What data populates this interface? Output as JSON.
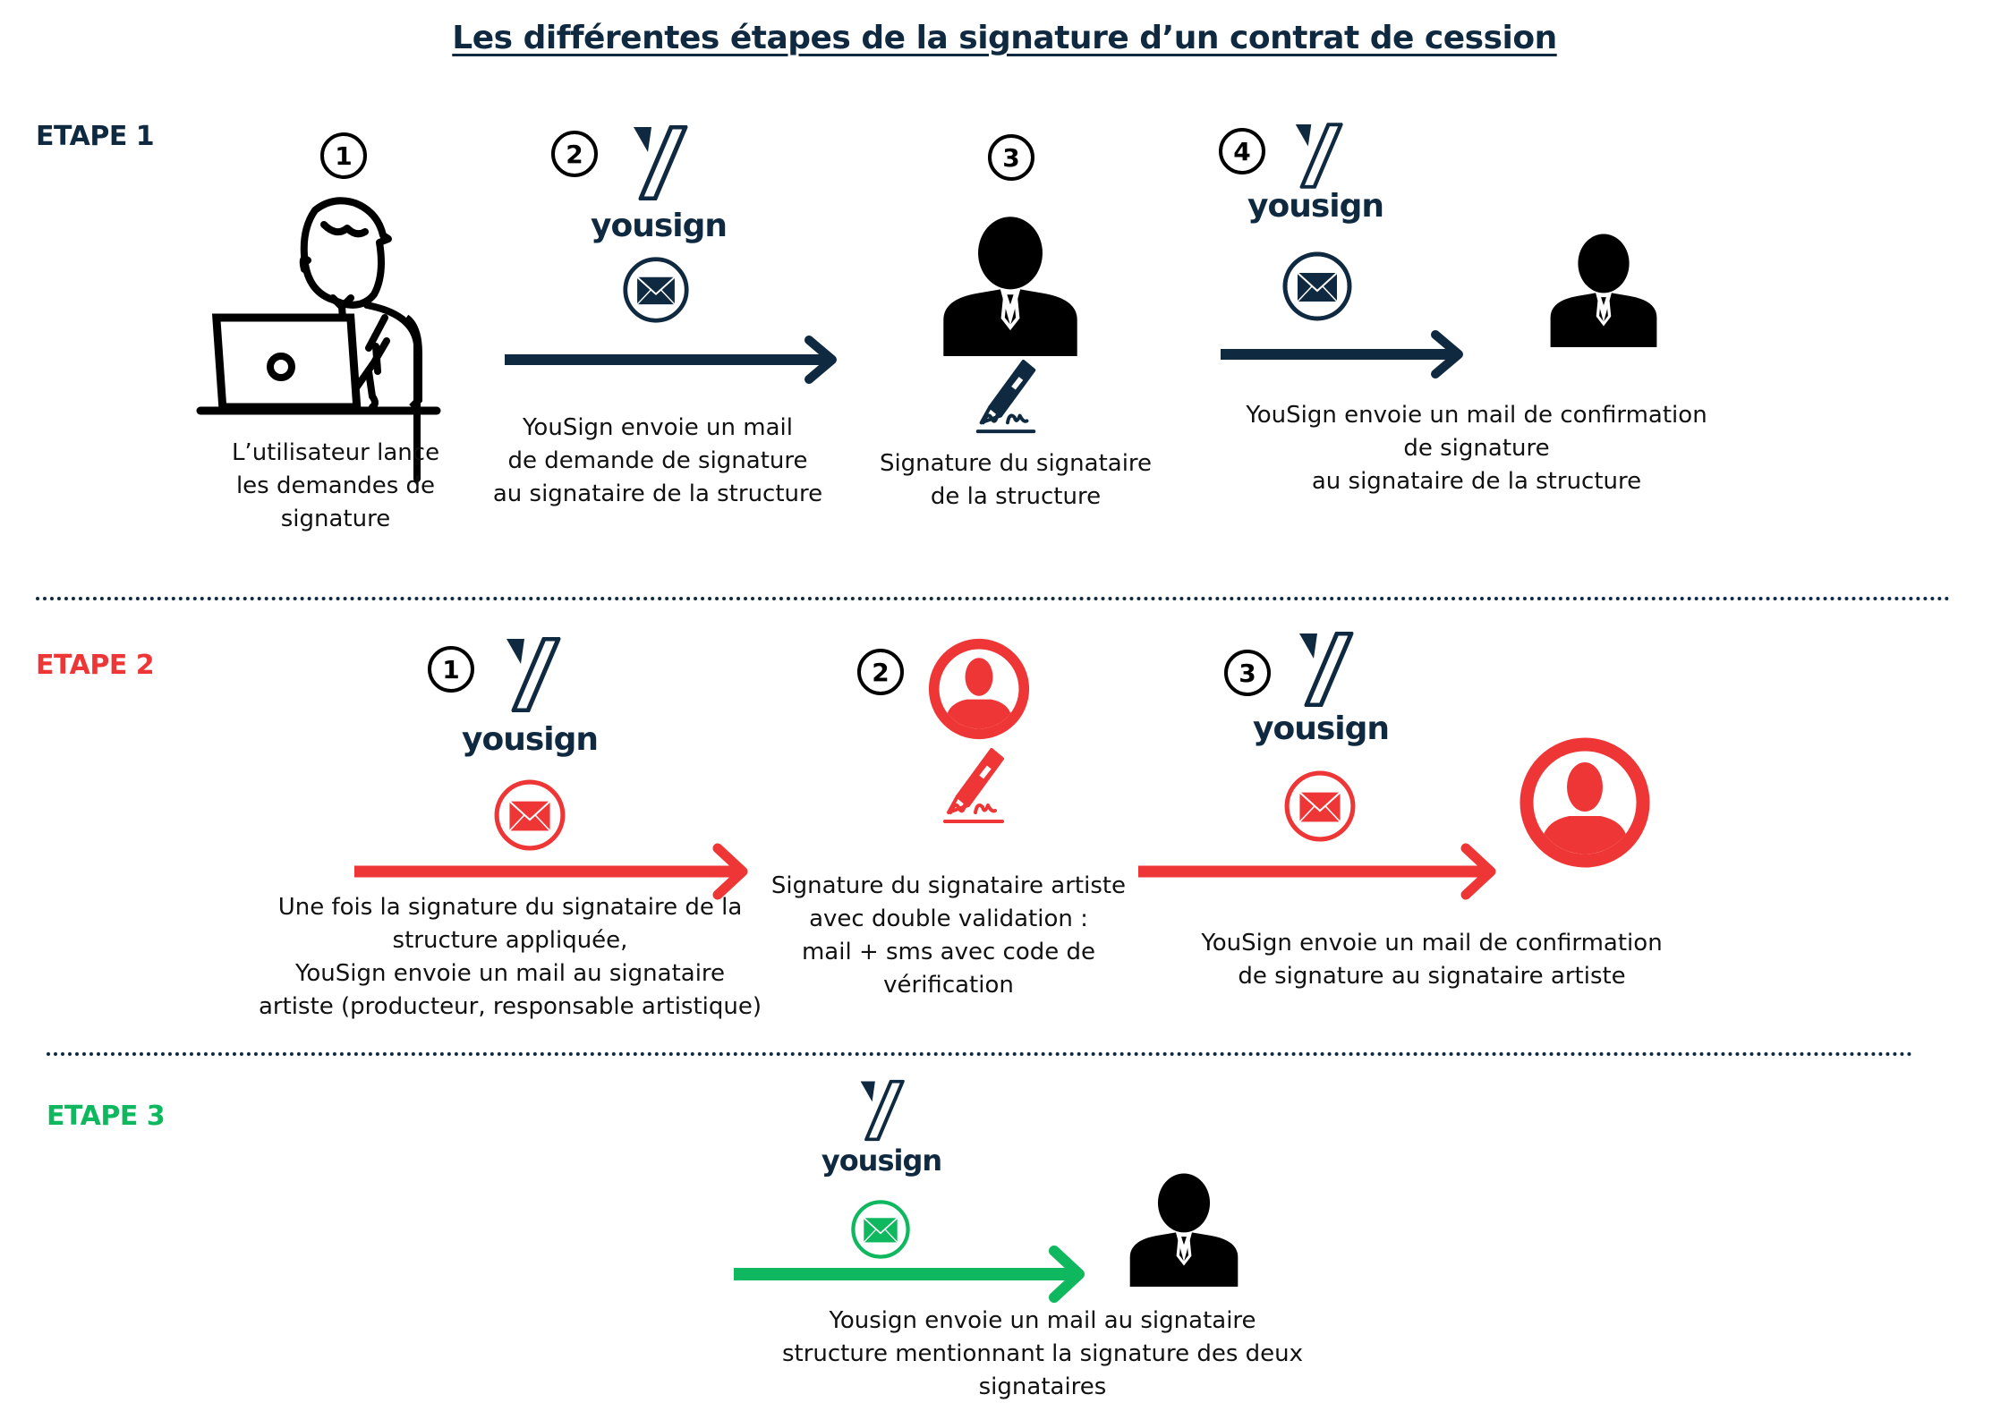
{
  "title": "Les différentes étapes de la signature d’un contrat de cession",
  "colors": {
    "navy": "#0f2a40",
    "red": "#ef3636",
    "green": "#0fb85f",
    "black": "#000000"
  },
  "brand_name": "yousign",
  "steps": {
    "etape1": {
      "label": "ETAPE 1",
      "items": [
        {
          "number": "1",
          "icon": "user-laptop-icon",
          "caption": "L’utilisateur lance\nles demandes de\nsignature"
        },
        {
          "number": "2",
          "icon": "yousign-logo-mail-icon",
          "caption": "YouSign envoie un mail\nde demande de signature\nau signataire de la structure"
        },
        {
          "number": "3",
          "icon": "businessman-signature-icon",
          "caption": "Signature du signataire\nde la structure"
        },
        {
          "number": "4",
          "icon": "yousign-logo-mail-icon",
          "caption": "YouSign envoie un mail de confirmation\nde signature\nau signataire de la structure"
        }
      ]
    },
    "etape2": {
      "label": "ETAPE 2",
      "items": [
        {
          "number": "1",
          "icon": "yousign-logo-mail-icon",
          "caption": "Une fois la signature du signataire de la\nstructure appliquée,\nYouSign envoie un mail au signataire\nartiste (producteur, responsable artistique)"
        },
        {
          "number": "2",
          "icon": "artist-signature-icon",
          "caption": "Signature du signataire artiste\navec double validation :\nmail + sms avec code de\nvérification"
        },
        {
          "number": "3",
          "icon": "yousign-logo-mail-icon",
          "caption": "YouSign envoie un mail de confirmation\nde signature au signataire artiste"
        }
      ]
    },
    "etape3": {
      "label": "ETAPE 3",
      "items": [
        {
          "icon": "yousign-logo-mail-icon",
          "caption": "Yousign envoie un mail au signataire\nstructure mentionnant la signature des deux\nsignataires"
        }
      ]
    }
  }
}
